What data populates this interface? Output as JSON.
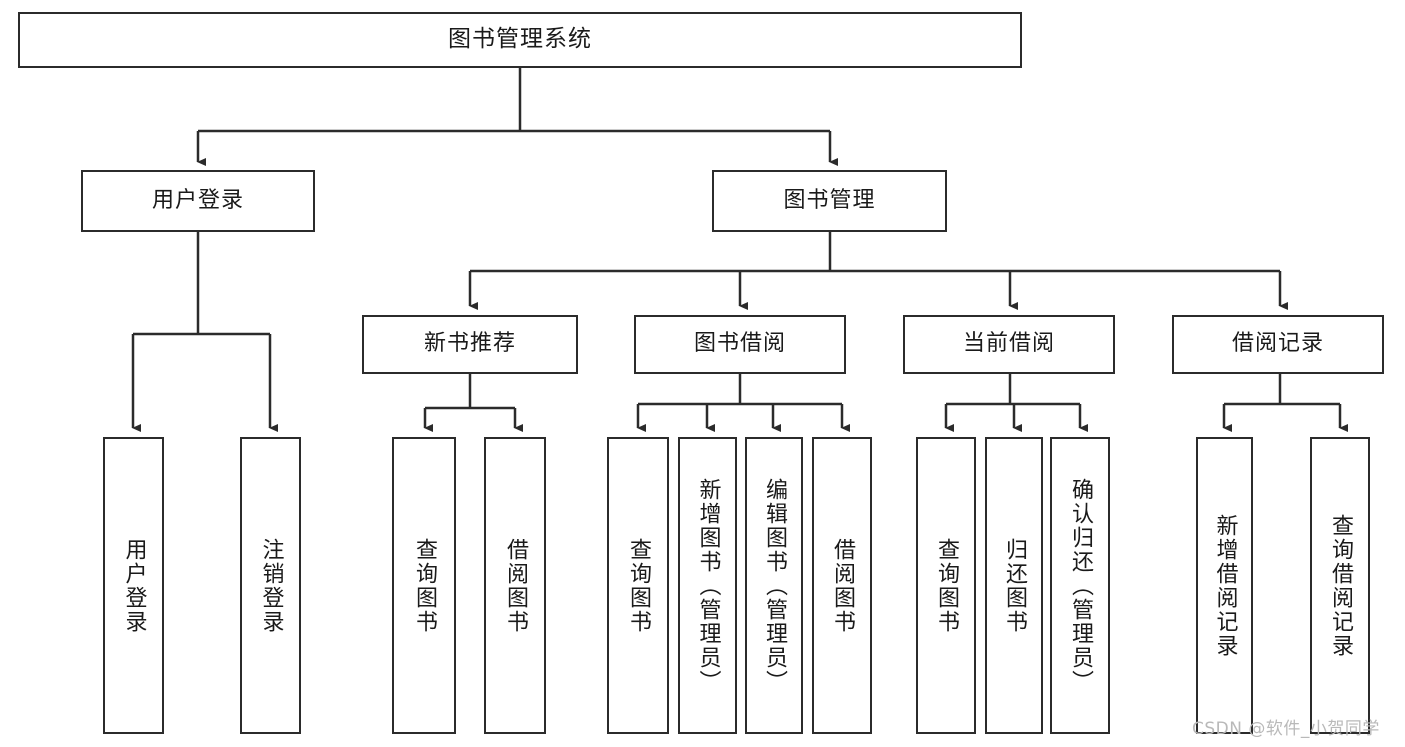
{
  "diagram": {
    "title": "图书管理系统",
    "type": "tree",
    "stroke_color": "#2b2b2b",
    "background_color": "#ffffff",
    "text_color": "#1a1a1a",
    "root": {
      "label": "图书管理系统"
    },
    "level2": [
      {
        "label": "用户登录"
      },
      {
        "label": "图书管理"
      }
    ],
    "level3": [
      {
        "label": "新书推荐"
      },
      {
        "label": "图书借阅"
      },
      {
        "label": "当前借阅"
      },
      {
        "label": "借阅记录"
      }
    ],
    "leaves": [
      {
        "label": "用户登录",
        "parent": "用户登录"
      },
      {
        "label": "注销登录",
        "parent": "用户登录"
      },
      {
        "label": "查询图书",
        "parent": "新书推荐"
      },
      {
        "label": "借阅图书",
        "parent": "新书推荐"
      },
      {
        "label": "查询图书",
        "parent": "图书借阅"
      },
      {
        "label": "新增图书（管理员）",
        "parent": "图书借阅"
      },
      {
        "label": "编辑图书（管理员）",
        "parent": "图书借阅"
      },
      {
        "label": "借阅图书",
        "parent": "图书借阅"
      },
      {
        "label": "查询图书",
        "parent": "当前借阅"
      },
      {
        "label": "归还图书",
        "parent": "当前借阅"
      },
      {
        "label": "确认归还（管理员）",
        "parent": "当前借阅"
      },
      {
        "label": "新增借阅记录",
        "parent": "借阅记录"
      },
      {
        "label": "查询借阅记录",
        "parent": "借阅记录"
      }
    ]
  },
  "watermark": {
    "text": "CSDN @软件_小贺同学"
  }
}
